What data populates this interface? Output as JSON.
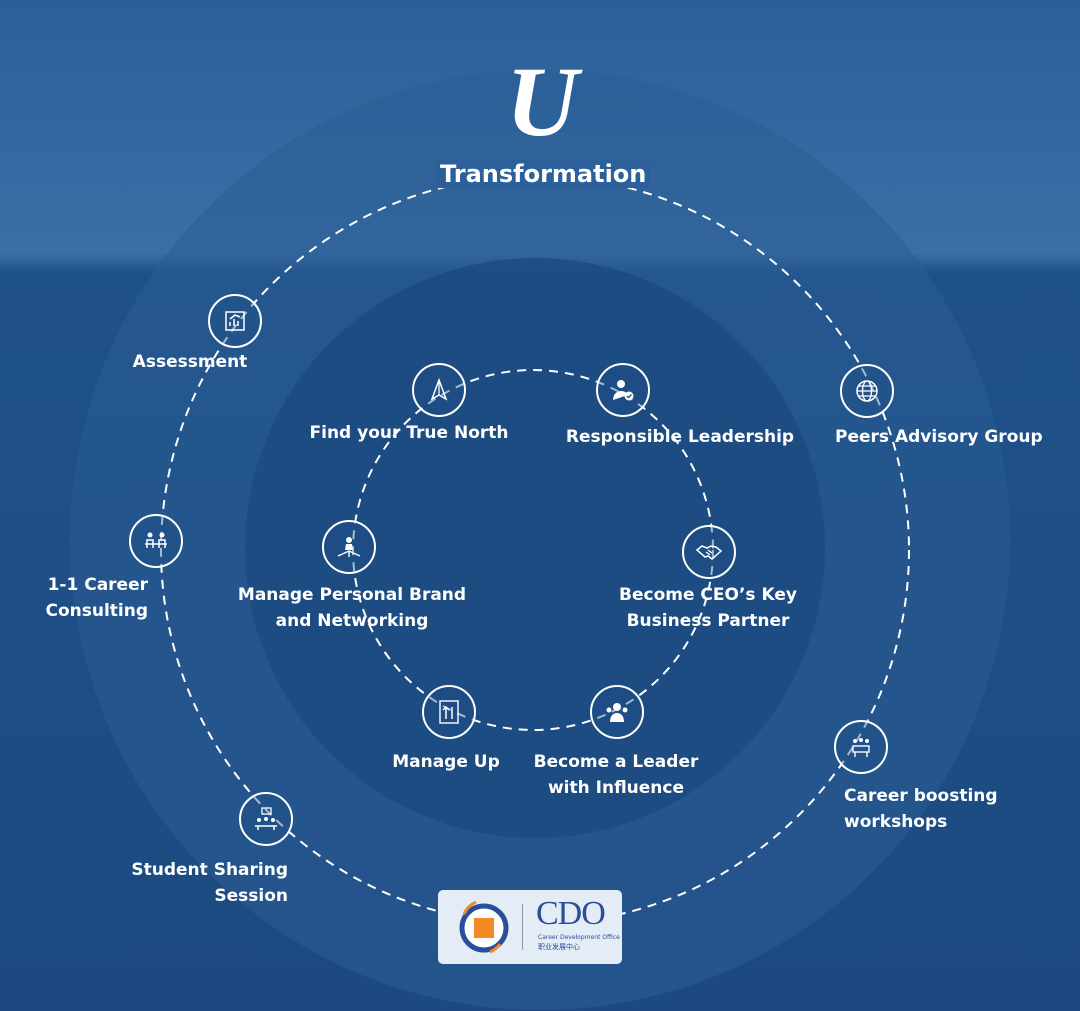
{
  "title": "Transformation",
  "logo_letter": "U",
  "colors": {
    "background": "#1f5189",
    "outer_disc": "#2a5c94",
    "inner_disc": "#1b4a80",
    "line": "#ffffff"
  },
  "outer_ring": [
    {
      "label": "Assessment",
      "icon": "chart-report-icon"
    },
    {
      "label": "1-1 Career\nConsulting",
      "icon": "consulting-icon"
    },
    {
      "label": "Student Sharing\nSession",
      "icon": "meeting-icon"
    },
    {
      "label": "Peers Advisory Group",
      "icon": "globe-icon"
    },
    {
      "label": "Career boosting\nworkshops",
      "icon": "workshop-icon"
    }
  ],
  "inner_ring": [
    {
      "label": "Find your True North",
      "icon": "compass-arrow-icon"
    },
    {
      "label": "Responsible Leadership",
      "icon": "leader-check-icon"
    },
    {
      "label": "Manage Personal Brand\nand Networking",
      "icon": "networking-icon"
    },
    {
      "label": "Become CEO’s Key\nBusiness Partner",
      "icon": "handshake-icon"
    },
    {
      "label": "Manage Up",
      "icon": "manage-up-icon"
    },
    {
      "label": "Become a Leader\nwith Influence",
      "icon": "group-leader-icon"
    }
  ],
  "footer_logo": {
    "name": "CDO",
    "subtitle": "Career Development Office",
    "chinese": "职业发展中心"
  }
}
